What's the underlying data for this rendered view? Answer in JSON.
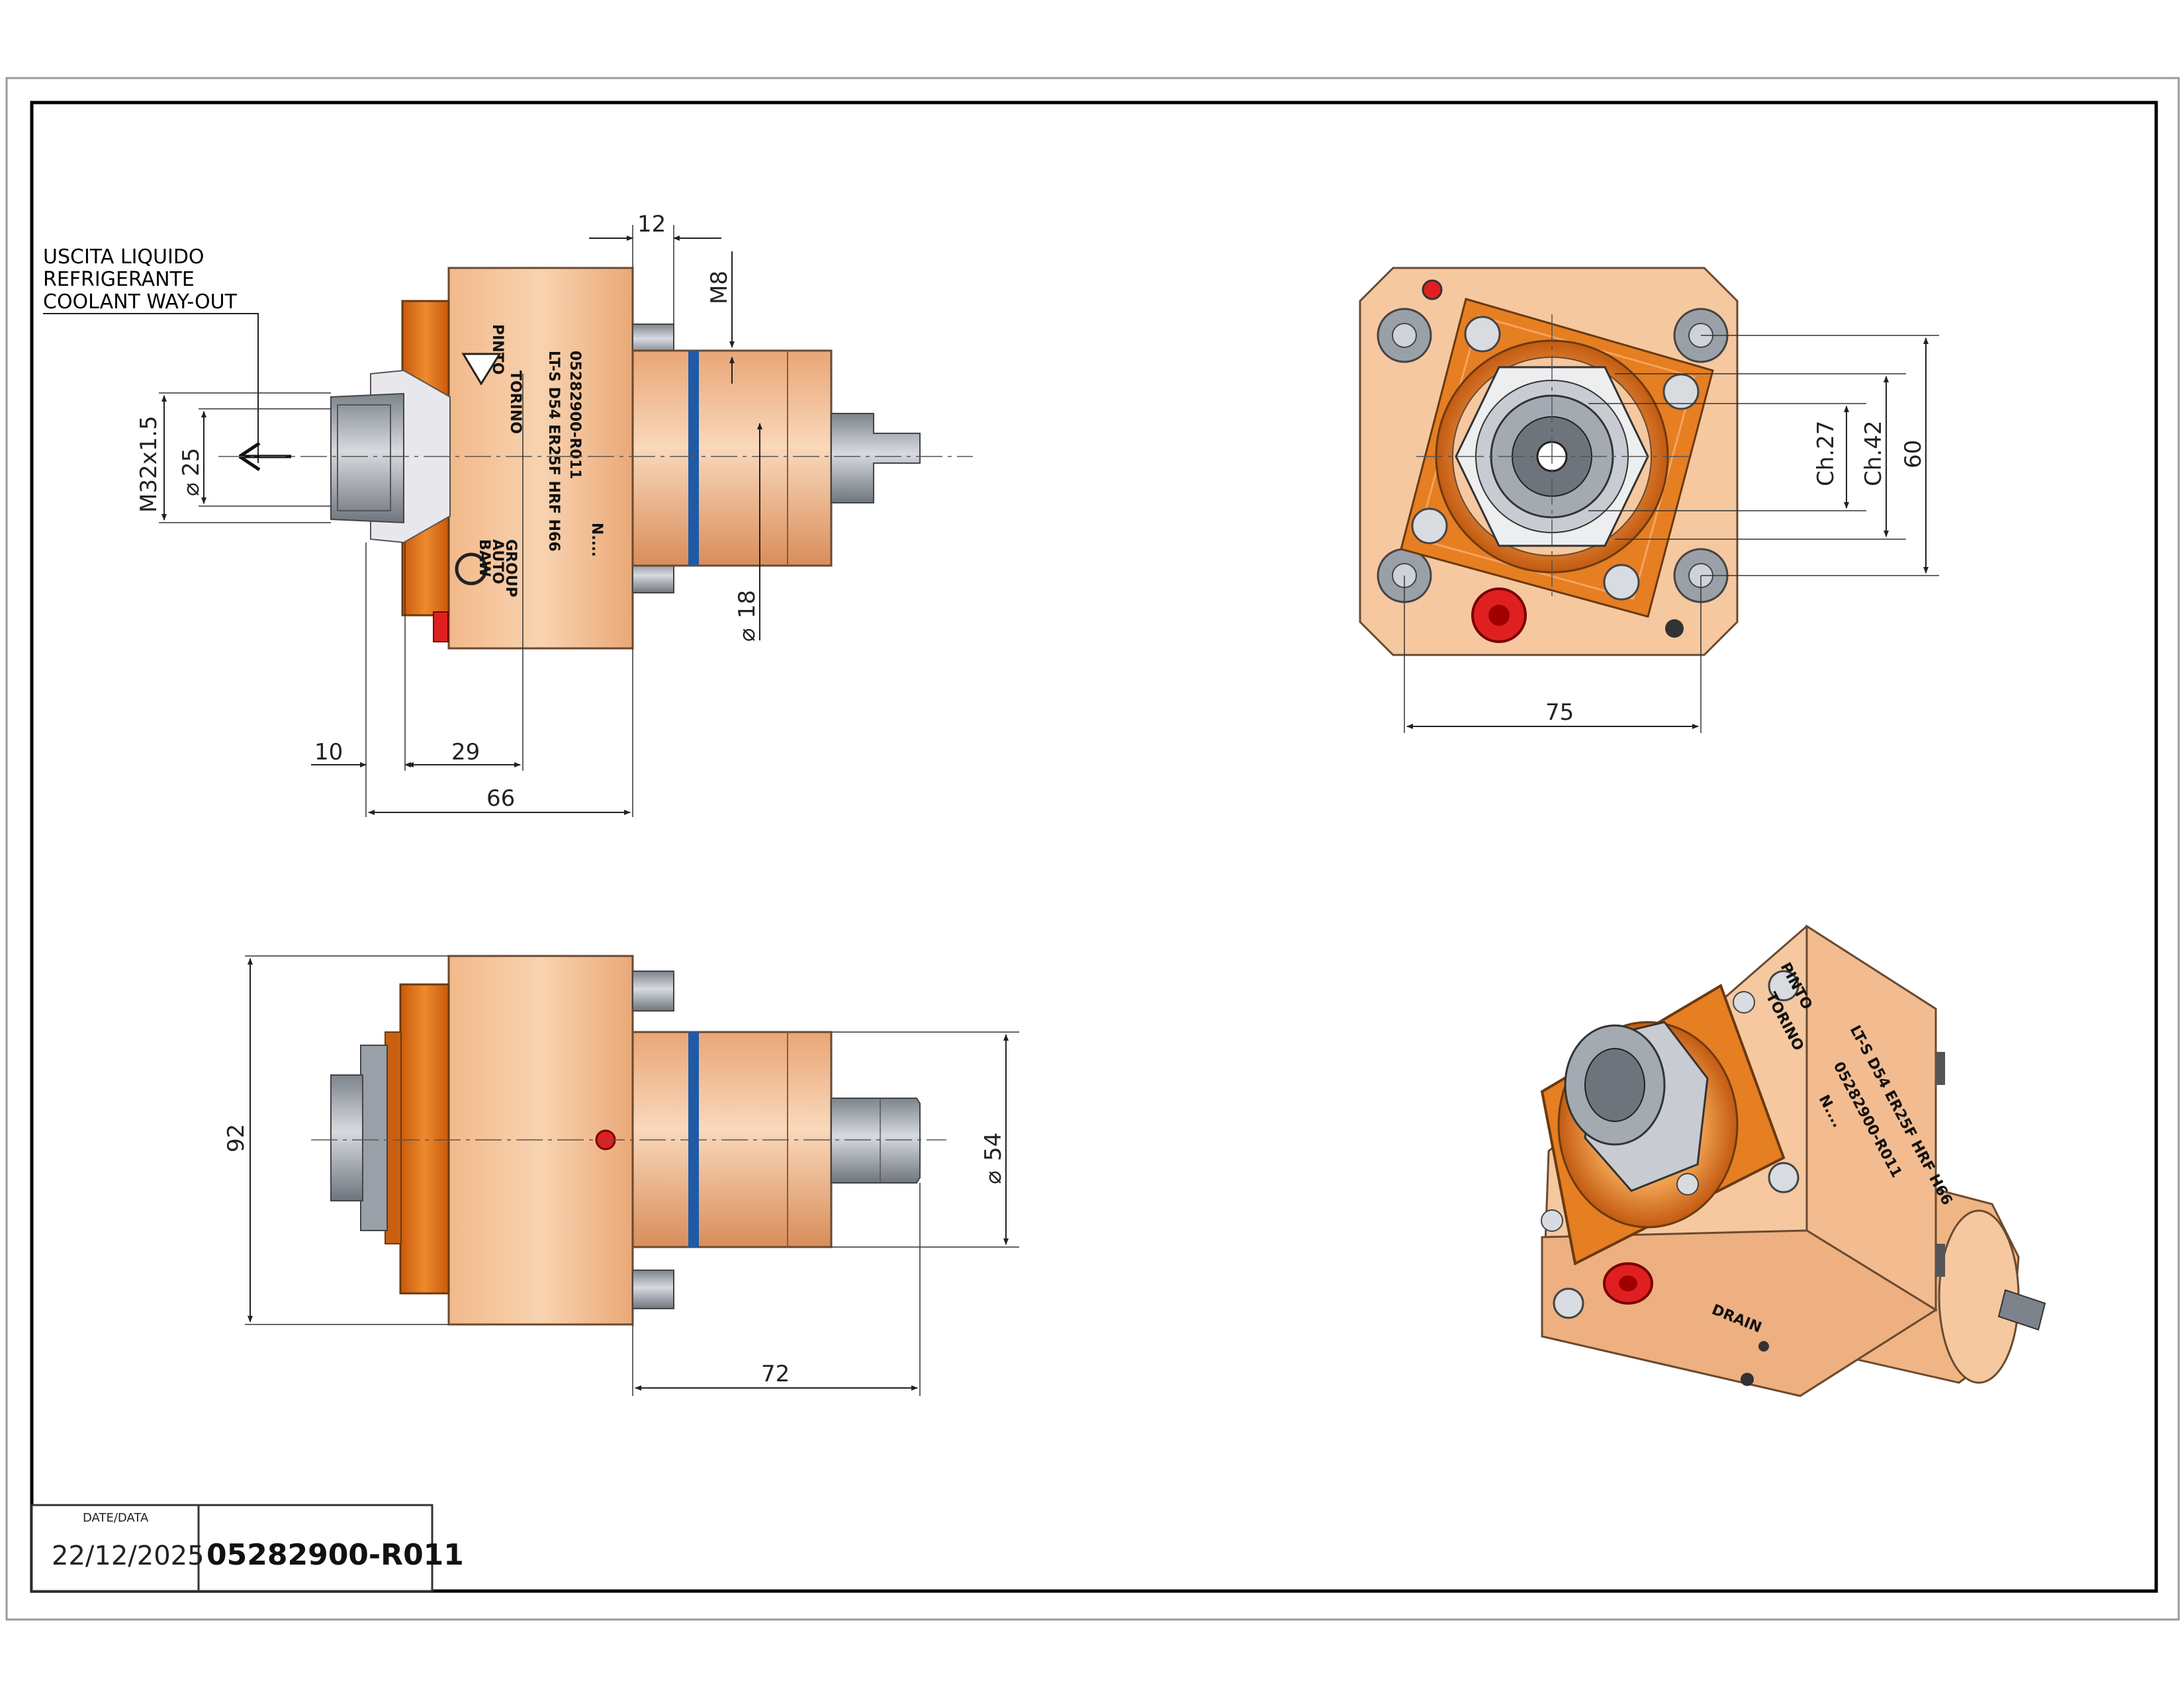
{
  "drawing": {
    "coolant_label_1": "USCITA LIQUIDO",
    "coolant_label_2": "REFRIGERANTE",
    "coolant_label_3": "COOLANT WAY-OUT",
    "body_engraving": {
      "line1": "LT-S D54 ER25F HRF H66",
      "line2": "05282900-R011",
      "line3": "N....",
      "brand1": "PINTO",
      "brand2": "TORINO",
      "group1": "BAW",
      "group2": "AUTO",
      "group3": "GROUP"
    },
    "drain_label": "DRAIN",
    "dimensions": {
      "side_12": "12",
      "side_m8": "M8",
      "side_thread": "M32x1.5",
      "side_d25": "25",
      "side_d18": "18",
      "side_10": "10",
      "side_29": "29",
      "side_66": "66",
      "front_ch27": "Ch.27",
      "front_ch42": "Ch.42",
      "front_60": "60",
      "front_75": "75",
      "top_92": "92",
      "top_d54": "54",
      "top_72": "72"
    },
    "colors": {
      "body": "#f6c8a0",
      "flange": "#e67e22",
      "dark_orange": "#c95f10",
      "steel": "#9aa0a8",
      "seal": "#1f5aa6",
      "plug": "#e02020"
    }
  },
  "title_block": {
    "date_label": "DATE/DATA",
    "date": "22/12/2025",
    "code": "05282900-R011"
  }
}
